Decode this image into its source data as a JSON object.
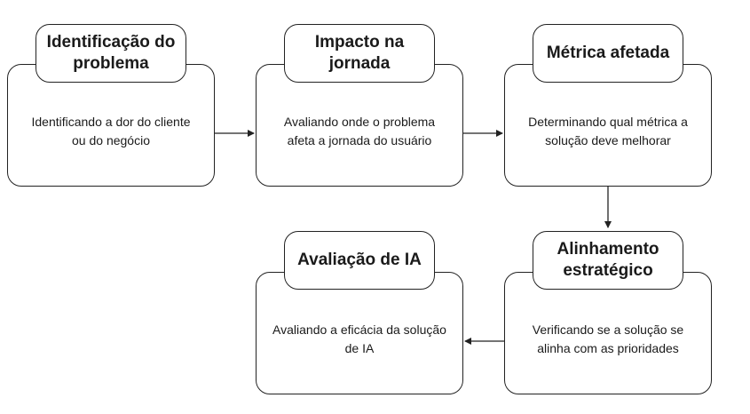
{
  "steps": [
    {
      "title": "Identificação do problema",
      "description": "Identificando a dor do cliente ou do negócio"
    },
    {
      "title": "Impacto na jornada",
      "description": "Avaliando onde o problema afeta a jornada do usuário"
    },
    {
      "title": "Métrica afetada",
      "description": "Determinando qual métrica a solução deve melhorar"
    },
    {
      "title": "Alinhamento estratégico",
      "description": "Verificando se a solução se alinha com as prioridades"
    },
    {
      "title": "Avaliação de IA",
      "description": "Avaliando a eficácia da solução de IA"
    }
  ],
  "colors": {
    "border": "#222222",
    "background": "#ffffff",
    "text": "#1a1a1a"
  }
}
